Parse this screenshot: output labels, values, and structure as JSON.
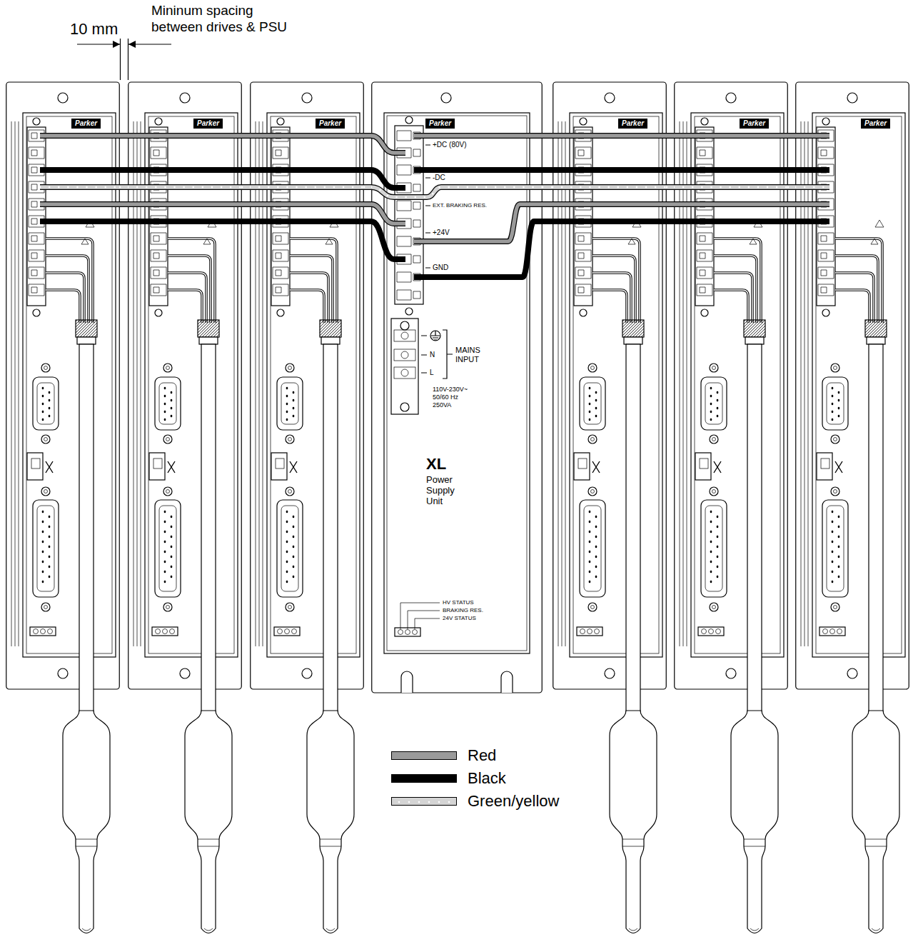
{
  "diagram": {
    "nodes": [
      {
        "text": [
          "Parker"
        ]
      },
      {
        "text": [
          "Parker"
        ]
      },
      {
        "text": [
          "Parker"
        ]
      },
      {
        "text": [
          "Parker",
          "XL",
          "Power Supply Unit"
        ]
      },
      {
        "text": [
          "Parker"
        ]
      },
      {
        "text": [
          "Parker"
        ]
      },
      {
        "text": [
          "Parker"
        ]
      }
    ],
    "edges": [
      {
        "from": 0,
        "to": 1,
        "arrow": "none"
      },
      {
        "from": 1,
        "to": 2,
        "arrow": "none"
      },
      {
        "from": 2,
        "to": 3,
        "arrow": "none"
      },
      {
        "from": 3,
        "to": 4,
        "arrow": "none"
      },
      {
        "from": 4,
        "to": 5,
        "arrow": "none"
      },
      {
        "from": 5,
        "to": 6,
        "arrow": "none"
      }
    ],
    "labels": [
      "10 mm",
      "Mininum spacing between drives & PSU",
      "+DC (80V)",
      "-DC",
      "EXT. BRAKING RES.",
      "+24V",
      "GND",
      "N",
      "L",
      "MAINS INPUT",
      "110V-230V~ 50/60 Hz 250VA",
      "HV STATUS",
      "BRAKING RES.",
      "24V STATUS"
    ],
    "legend": [
      {
        "text": "Red",
        "color": "#9a9a9a"
      },
      {
        "text": "Black",
        "color": "#000000"
      },
      {
        "text": "Green/yellow",
        "color": "#d4d4d4"
      }
    ]
  }
}
